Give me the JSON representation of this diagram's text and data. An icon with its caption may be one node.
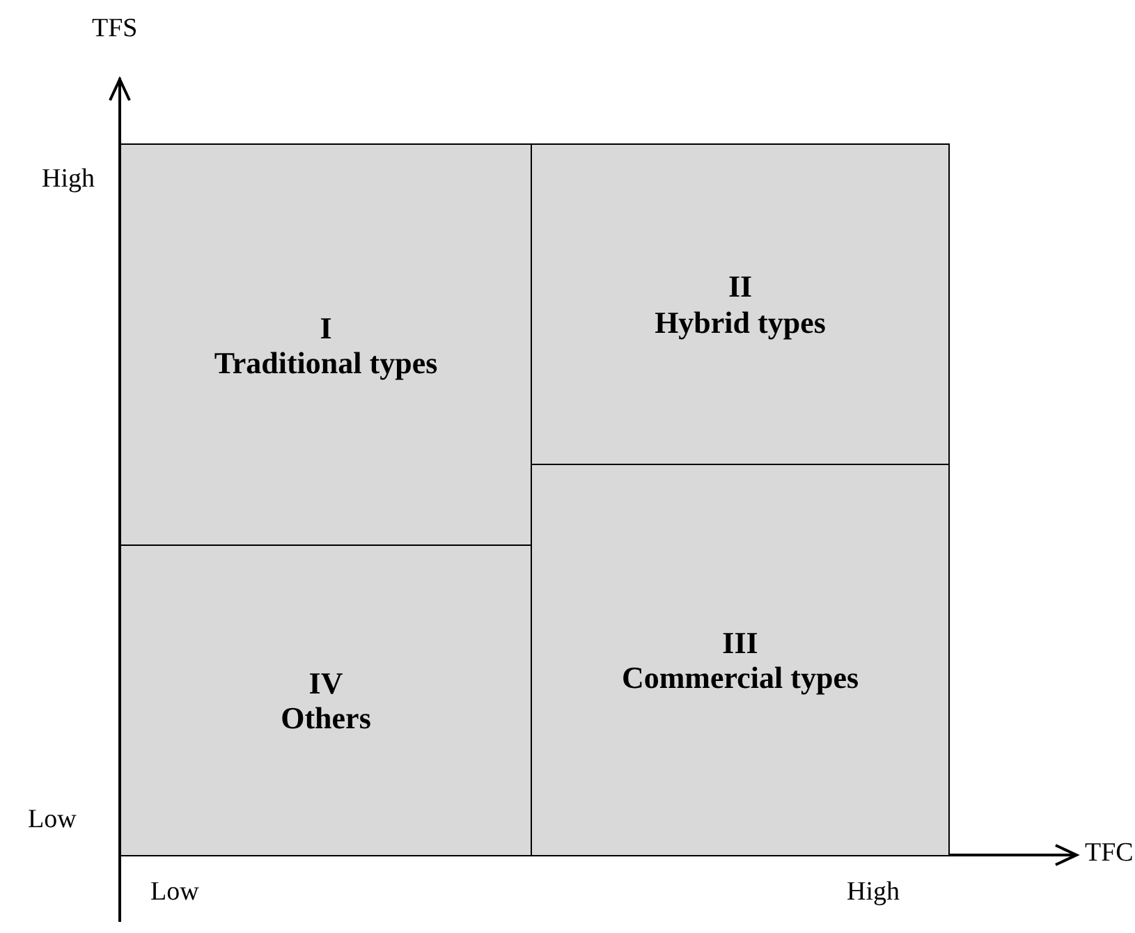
{
  "diagram": {
    "nodes": [
      {
        "text": [
          "I",
          "Traditional types"
        ]
      },
      {
        "text": [
          "II",
          "Hybrid types"
        ]
      },
      {
        "text": [
          "IV",
          "Others"
        ]
      },
      {
        "text": [
          "III",
          "Commercial types"
        ]
      }
    ],
    "labels": [
      "TFS",
      "High",
      "Low",
      "TFC",
      "Low",
      "High"
    ]
  }
}
